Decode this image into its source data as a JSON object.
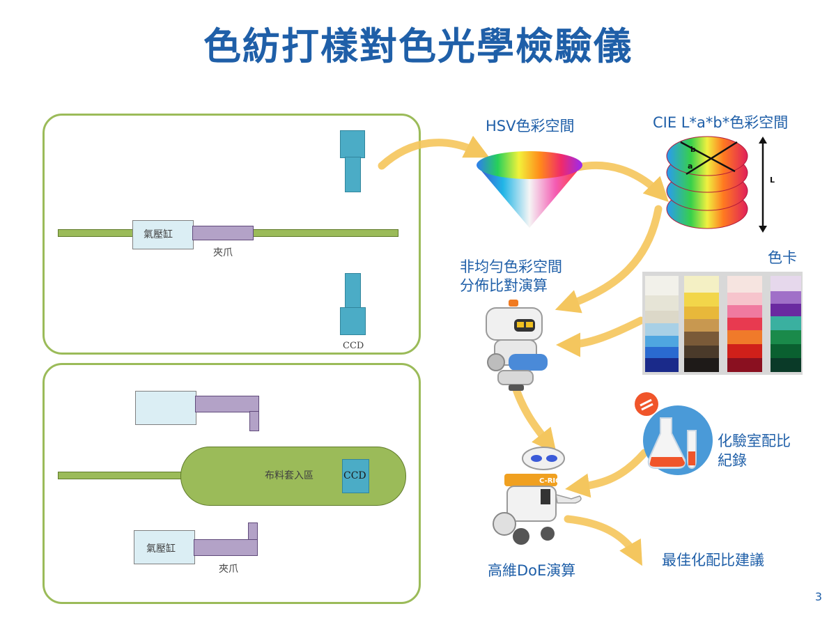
{
  "title": "色紡打樣對色光學檢驗儀",
  "top_panel": {
    "cylinder_label": "氣壓缸",
    "claw_label": "夾爪",
    "ccd_label": "CCD"
  },
  "bottom_panel": {
    "zone_label": "布料套入區",
    "ccd_label": "CCD",
    "cylinder_label": "氣壓缸",
    "claw_label": "夾爪"
  },
  "flow": {
    "hsv_label": "HSV色彩空間",
    "cie_label": "CIE L*a*b*色彩空間",
    "cie_axis_a": "a",
    "cie_axis_b": "b",
    "cie_axis_l": "L",
    "nonuniform_label_1": "非均勻色彩空間",
    "nonuniform_label_2": "分佈比對演算",
    "color_card_label": "色卡",
    "lab_label_1": "化驗室配比",
    "lab_label_2": "紀錄",
    "doe_label": "高維DoE演算",
    "optimal_label": "最佳化配比建議",
    "robot_badge": "C-RIC"
  },
  "colors": {
    "title": "#1f5fa8",
    "panel_border": "#9bbb59",
    "arrow": "#f6c65b"
  },
  "page_number": "3"
}
